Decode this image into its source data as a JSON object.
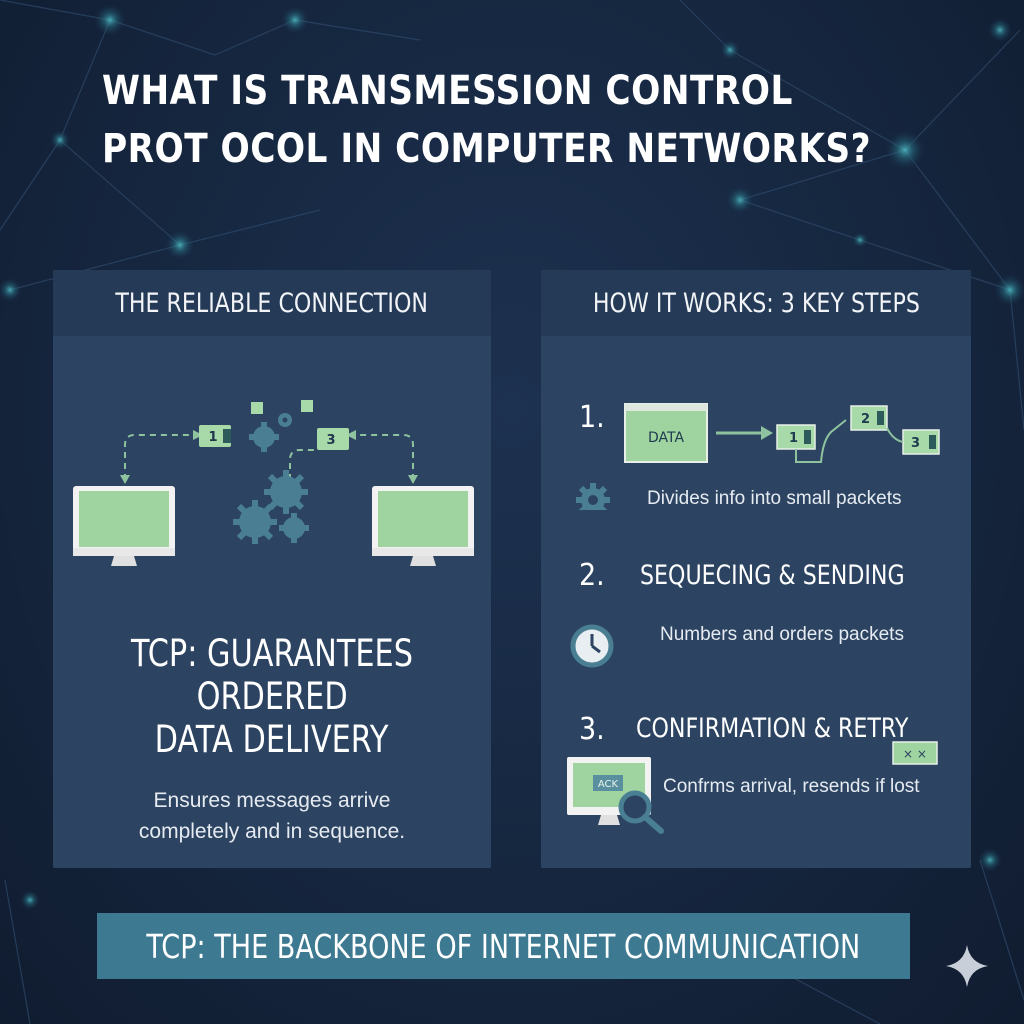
{
  "title": {
    "line1": "WHAT IS TRANSMESSION CONTROL",
    "line2": "PROT OCOL IN COMPUTER NETWORKS?"
  },
  "left_panel": {
    "header": "THE RELIABLE CONNECTION",
    "packets": [
      "1",
      "3"
    ],
    "claim_lines": [
      "TCP: GUARANTEES",
      "ORDERED",
      "DATA DELIVERY"
    ],
    "sub_lines": [
      "Ensures messages arrive",
      "completely and in sequence."
    ],
    "icons": [
      "computer-icon",
      "gear-icon",
      "packet-icon",
      "dashed-arrow-icon"
    ]
  },
  "right_panel": {
    "header": "HOW IT WORKS: 3 KEY STEPS",
    "steps": [
      {
        "number": "1.",
        "diagram_label": "DATA",
        "packets": [
          "1",
          "2",
          "3"
        ],
        "description": "Divides info into small packets",
        "icon": "gear-icon"
      },
      {
        "number": "2.",
        "title": "SEQUECING & SENDING",
        "description": "Numbers and orders packets",
        "icon": "clock-icon"
      },
      {
        "number": "3.",
        "title": "CONFIRMATION & RETRY",
        "screen_label": "ACK",
        "description": "Confrms arrival, resends if lost",
        "icon": "magnifier-monitor-icon"
      }
    ]
  },
  "banner": {
    "text": "TCP: THE BACKBONE OF INTERNET COMMUNICATION"
  },
  "colors": {
    "background": "#15253d",
    "panel": "#2c4461",
    "panel_header": "#243a57",
    "accent_green": "#9fd39f",
    "accent_teal": "#4a7f93",
    "banner": "#3d7a92"
  }
}
